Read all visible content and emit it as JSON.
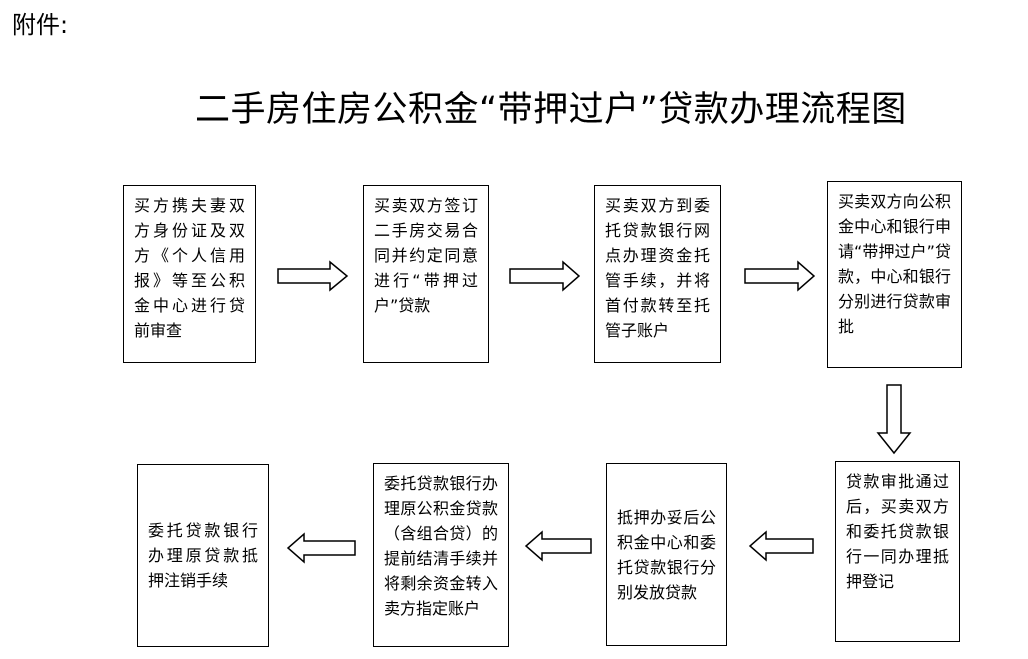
{
  "attachment_label": "附件:",
  "title": "二手房住房公积金“带押过户”贷款办理流程图",
  "steps": [
    "买方携夫妻双方身份证及双方《个人信用报》等至公积金中心进行贷前审查",
    "买卖双方签订二手房交易合同并约定同意进行“带押过户”贷款",
    "买卖双方到委托贷款银行网点办理资金托管手续，并将首付款转至托管子账户",
    "买卖双方向公积金中心和银行申请“带押过户”贷款，中心和银行分别进行贷款审批",
    "贷款审批通过后，买卖双方和委托贷款银行一同办理抵押登记",
    "抵押办妥后公积金中心和委托贷款银行分别发放贷款",
    "委托贷款银行办理原公积金贷款（含组合贷）的提前结清手续并将剩余资金转入卖方指定账户",
    "委托贷款银行办理原贷款抵押注销手续"
  ]
}
